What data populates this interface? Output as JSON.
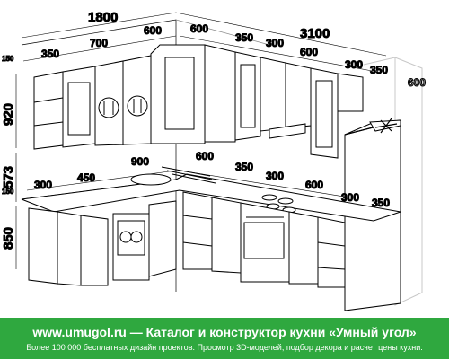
{
  "dimensions": {
    "top_left_total": "1800",
    "top_right_total": "3100",
    "upper_left": [
      "150",
      "350",
      "700",
      "600"
    ],
    "upper_right": [
      "600",
      "350",
      "300",
      "600",
      "300",
      "350"
    ],
    "fridge_depth": "600",
    "counter_left": [
      "150",
      "300",
      "450",
      "900"
    ],
    "counter_right": [
      "600",
      "350",
      "300",
      "600",
      "300",
      "350"
    ],
    "heights": [
      "920",
      "573",
      "850"
    ]
  },
  "footer": {
    "title": "www.umugol.ru — Каталог и конструктор кухни «Умный угол»",
    "subtitle": "Более 100 000 бесплатных дизайн проектов. Просмотр 3D-моделей, подбор декора и расчет цены кухни."
  },
  "colors": {
    "footer_bg": "#2fa83f",
    "line": "#000000",
    "ghost_line": "#c8c8c8"
  }
}
